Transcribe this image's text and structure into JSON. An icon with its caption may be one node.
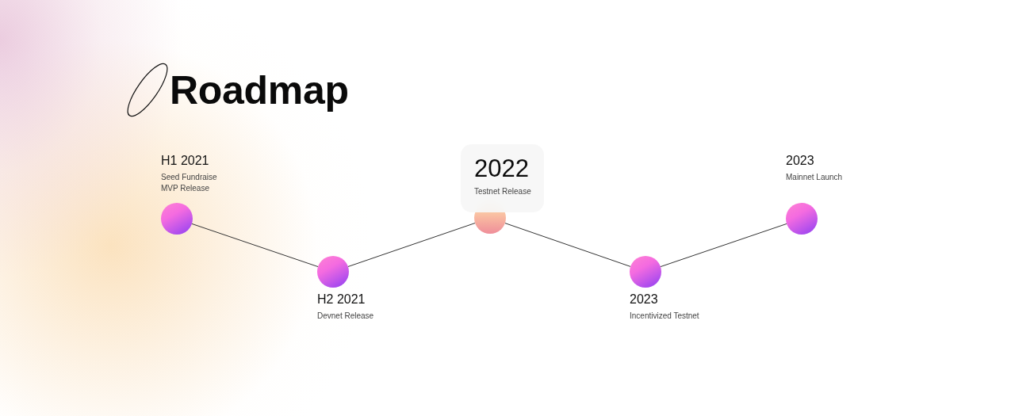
{
  "diagram": {
    "title": "Roadmap",
    "nodes": [
      {
        "text": [],
        "shape": "circle",
        "beside": [
          "H1 2021",
          "Seed Fundraise",
          "MVP Release"
        ]
      },
      {
        "text": [],
        "shape": "circle",
        "beside": [
          "H2 2021",
          "Devnet Release"
        ]
      },
      {
        "text": [
          "2022",
          "Testnet Release"
        ]
      },
      {
        "text": [],
        "shape": "circle"
      },
      {
        "text": [],
        "shape": "circle",
        "beside": [
          "2023",
          "Incentivized Testnet"
        ]
      },
      {
        "text": [],
        "shape": "circle",
        "beside": [
          "2023",
          "Mainnet Launch"
        ]
      }
    ],
    "edges": [
      {
        "from": 0,
        "to": 1,
        "arrow": "none"
      },
      {
        "from": 1,
        "to": 3,
        "arrow": "none"
      },
      {
        "from": 3,
        "to": 4,
        "arrow": "none"
      },
      {
        "from": 4,
        "to": 5,
        "arrow": "none"
      }
    ]
  }
}
